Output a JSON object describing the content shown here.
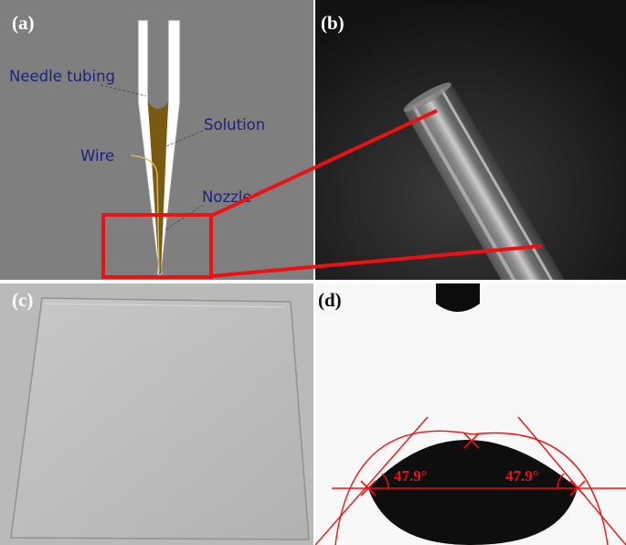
{
  "panels": {
    "a": {
      "label": "(a)"
    },
    "b": {
      "label": "(b)"
    },
    "c": {
      "label": "(c)"
    },
    "d": {
      "label": "(d)"
    }
  },
  "annotations": {
    "needle_tubing": "Needle tubing",
    "solution": "Solution",
    "wire": "Wire",
    "nozzle": "Nozzle"
  },
  "contact_angle": {
    "left": "47.9°",
    "right": "47.9°"
  },
  "colors": {
    "highlight": "#ee1111",
    "annotation_text": "#1a237e",
    "solution_fill": "#7a5a10",
    "wire": "#d2b96a"
  }
}
